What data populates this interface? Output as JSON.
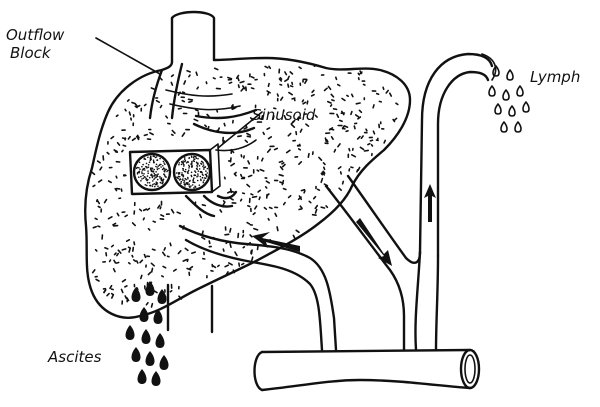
{
  "labels": {
    "outflow_block": [
      "Outflow",
      "Block"
    ],
    "sinusoid": "Sinusoid",
    "lymph": "Lymph",
    "ascites": "Ascites"
  },
  "colors": {
    "ink": "#111111",
    "background": "#ffffff"
  }
}
